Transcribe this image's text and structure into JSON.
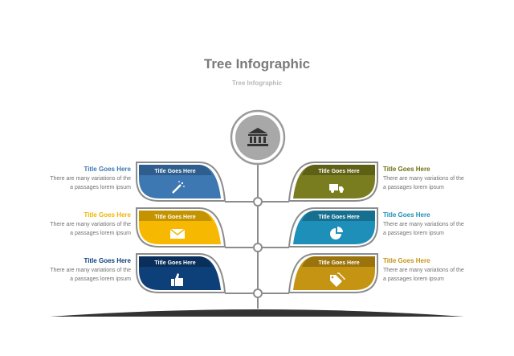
{
  "header": {
    "title": "Tree Infographic",
    "subtitle": "Tree Infographic"
  },
  "root": {
    "icon": "bank-icon"
  },
  "leaves": [
    {
      "side": "left",
      "label": "Title Goes Here",
      "title": "Title Goes Here",
      "desc1": "There are many variations of the",
      "desc2": "a passages lorem ipsum",
      "color": "#3e78b2",
      "dark": "#2f5e8e",
      "icon": "magic-wand-icon"
    },
    {
      "side": "right",
      "label": "Title Goes Here",
      "title": "Title Goes Here",
      "desc1": "There are many variations of the",
      "desc2": "a passages lorem ipsum",
      "color": "#7a7d1f",
      "dark": "#5e6015",
      "icon": "truck-icon"
    },
    {
      "side": "left",
      "label": "Title Goes Here",
      "title": "Title Goes Here",
      "desc1": "There are many variations of the",
      "desc2": "a passages lorem ipsum",
      "color": "#f6b800",
      "dark": "#c49300",
      "icon": "envelope-icon"
    },
    {
      "side": "right",
      "label": "Title Goes Here",
      "title": "Title Goes Here",
      "desc1": "There are many variations of the",
      "desc2": "a passages lorem ipsum",
      "color": "#1e8fb8",
      "dark": "#176f90",
      "icon": "pie-chart-icon"
    },
    {
      "side": "left",
      "label": "Title Goes Here",
      "title": "Title Goes Here",
      "desc1": "There are many variations of the",
      "desc2": "a passages lorem ipsum",
      "color": "#0d3f78",
      "dark": "#0a2f5a",
      "icon": "thumbs-up-icon"
    },
    {
      "side": "right",
      "label": "Title Goes Here",
      "title": "Title Goes Here",
      "desc1": "There are many variations of the",
      "desc2": "a passages lorem ipsum",
      "color": "#c59412",
      "dark": "#9a730c",
      "icon": "tags-icon"
    }
  ]
}
